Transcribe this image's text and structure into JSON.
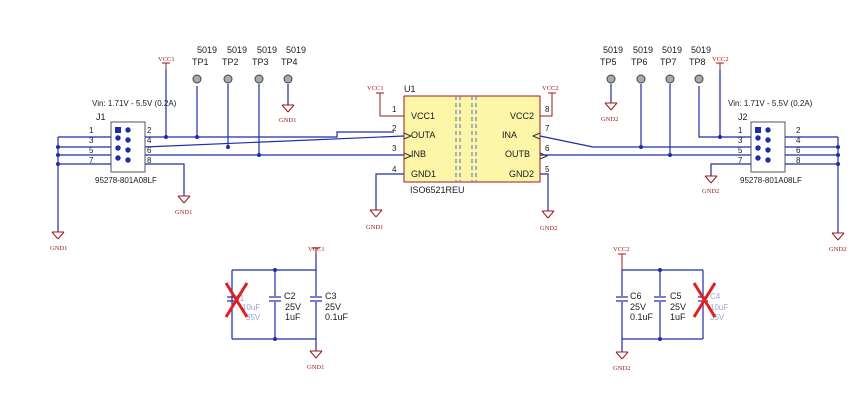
{
  "u1": {
    "ref": "U1",
    "part": "ISO6521REU",
    "left_pins": [
      {
        "num": "1",
        "name": "VCC1"
      },
      {
        "num": "2",
        "name": "OUTA"
      },
      {
        "num": "3",
        "name": "INB"
      },
      {
        "num": "4",
        "name": "GND1"
      }
    ],
    "right_pins": [
      {
        "num": "8",
        "name": "VCC2"
      },
      {
        "num": "7",
        "name": "INA"
      },
      {
        "num": "6",
        "name": "OUTB"
      },
      {
        "num": "5",
        "name": "GND2"
      }
    ]
  },
  "j1": {
    "ref": "J1",
    "part": "95278-801A08LF",
    "vin": "Vin: 1.71V - 5.5V (0.2A)",
    "pins_left": [
      "1",
      "3",
      "5",
      "7"
    ],
    "pins_right": [
      "2",
      "4",
      "6",
      "8"
    ]
  },
  "j2": {
    "ref": "J2",
    "part": "95278-801A08LF",
    "vin": "Vin: 1.71V - 5.5V (0.2A)",
    "pins_left": [
      "1",
      "3",
      "5",
      "7"
    ],
    "pins_right": [
      "2",
      "4",
      "6",
      "8"
    ]
  },
  "testpoints": [
    {
      "ref": "TP1",
      "part": "5019"
    },
    {
      "ref": "TP2",
      "part": "5019"
    },
    {
      "ref": "TP3",
      "part": "5019"
    },
    {
      "ref": "TP4",
      "part": "5019"
    },
    {
      "ref": "TP5",
      "part": "5019"
    },
    {
      "ref": "TP6",
      "part": "5019"
    },
    {
      "ref": "TP7",
      "part": "5019"
    },
    {
      "ref": "TP8",
      "part": "5019"
    }
  ],
  "power": {
    "vcc1": "VCC1",
    "vcc2": "VCC2",
    "gnd1": "GND1",
    "gnd2": "GND2"
  },
  "caps": [
    {
      "ref": "C1",
      "voltage": "35V",
      "value": "10uF",
      "dnp": true
    },
    {
      "ref": "C2",
      "voltage": "25V",
      "value": "1uF",
      "dnp": false
    },
    {
      "ref": "C3",
      "voltage": "25V",
      "value": "0.1uF",
      "dnp": false
    },
    {
      "ref": "C4",
      "voltage": "35V",
      "value": "10uF",
      "dnp": true
    },
    {
      "ref": "C5",
      "voltage": "25V",
      "value": "1uF",
      "dnp": false
    },
    {
      "ref": "C6",
      "voltage": "25V",
      "value": "0.1uF",
      "dnp": false
    }
  ],
  "colors": {
    "wire": "#1f2ca8",
    "power": "#a01818",
    "ic_fill": "#fbf6a8",
    "dnp_cross": "#e02020"
  }
}
